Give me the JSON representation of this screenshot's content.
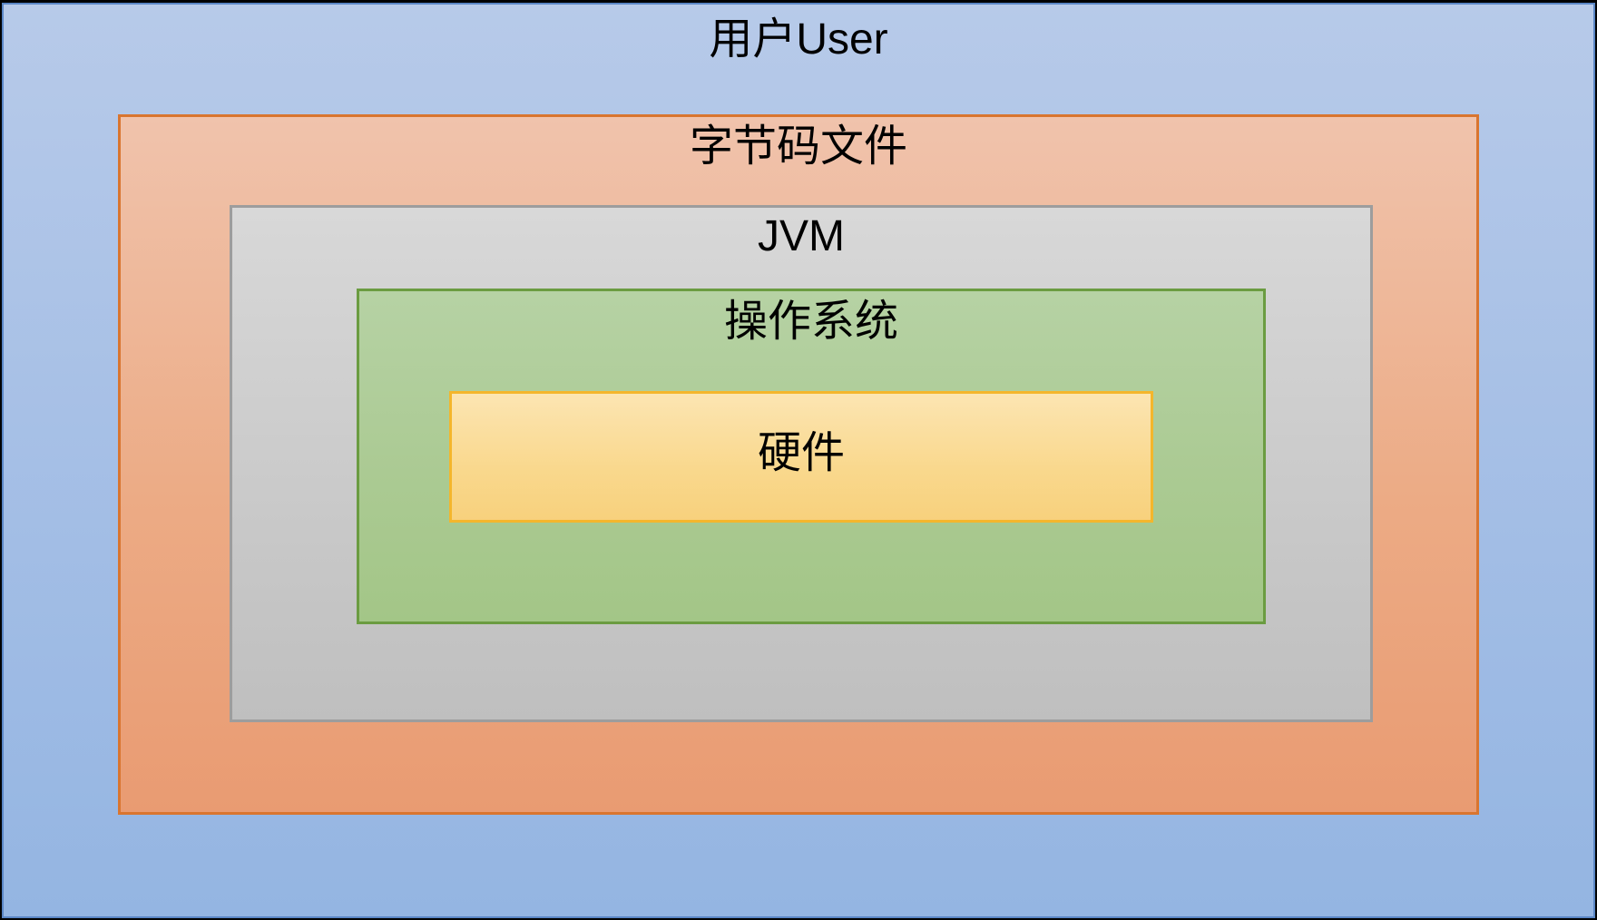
{
  "frame": {
    "background_color": "#000000"
  },
  "diagram": {
    "title": "JVM 层次结构 (nested layer diagram)",
    "text_color": "#000000",
    "layers": [
      {
        "id": "user",
        "label": "用户User",
        "fill_top": "#b7cae9",
        "fill_bottom": "#94b5e2",
        "border_color": "#5a86c5"
      },
      {
        "id": "bytecode-file",
        "label": "字节码文件",
        "fill_top": "#f0c3ac",
        "fill_bottom": "#e99b72",
        "border_color": "#d9752f"
      },
      {
        "id": "jvm",
        "label": "JVM",
        "fill_top": "#d8d8d8",
        "fill_bottom": "#bfbfbf",
        "border_color": "#9d9d9d"
      },
      {
        "id": "operating-system",
        "label": "操作系统",
        "fill_top": "#b6d2a4",
        "fill_bottom": "#a3c687",
        "border_color": "#6b9c41"
      },
      {
        "id": "hardware",
        "label": "硬件",
        "fill_top": "#fce5b2",
        "fill_bottom": "#f8d17d",
        "border_color": "#f4b62c"
      }
    ]
  }
}
